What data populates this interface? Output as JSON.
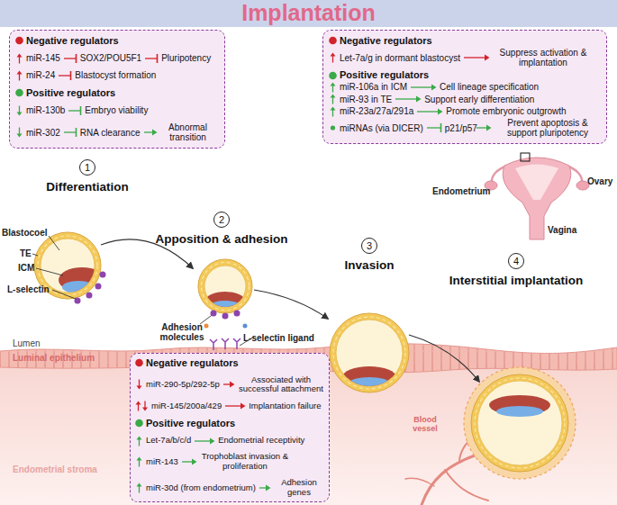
{
  "diagram": {
    "title": "Implantation",
    "nodes": [
      {
        "text": [
          "Negative regulators",
          "miR-145",
          "SOX2/POU5F1",
          "Pluripotency",
          "miR-24",
          "Blastocyst formation",
          "Positive regulators",
          "miR-130b",
          "Embryo viability",
          "miR-302",
          "RNA clearance",
          "Abnormal transition"
        ]
      },
      {
        "text": [
          "Negative regulators",
          "Let-7a/g in dormant blastocyst",
          "Suppress activation & implantation",
          "Positive regulators",
          "miR-106a in ICM",
          "Cell lineage specification",
          "miR-93 in TE",
          "Support early differentiation",
          "miR-23a/27a/291a",
          "Promote embryonic outgrowth",
          "miRNAs (via DICER)",
          "p21/p57",
          "Prevent apoptosis & support pluripotency"
        ]
      },
      {
        "text": [
          "1",
          "Differentiation"
        ]
      },
      {
        "text": [
          "2",
          "Apposition & adhesion"
        ]
      },
      {
        "text": [
          "3",
          "Invasion"
        ]
      },
      {
        "text": [
          "4",
          "Interstitial implantation"
        ]
      },
      {
        "text": [
          "Negative regulators",
          "miR-290-5p/292-5p",
          "Associated with successful attachment",
          "miR-145/200a/429",
          "Implantation failure",
          "Positive regulators",
          "Let-7a/b/c/d",
          "Endometrial receptivity",
          "miR-143",
          "Trophoblast invasion & proliferation",
          "miR-30d (from endometrium)",
          "Adhesion genes"
        ]
      }
    ],
    "labels": [
      "Blastocoel",
      "TE",
      "ICM",
      "L-selectin",
      "Adhesion molecules",
      "L-selectin ligand",
      "Lumen",
      "Luminal epithelium",
      "Endometrial stroma",
      "Blood vessel",
      "Endometrium",
      "Ovary",
      "Vagina"
    ]
  }
}
